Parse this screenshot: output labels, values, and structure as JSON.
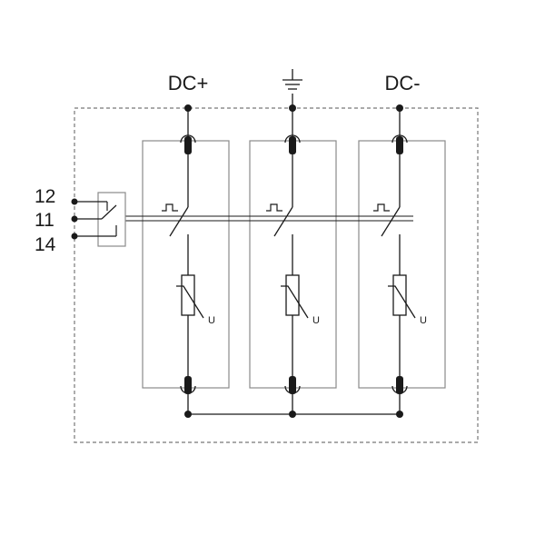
{
  "diagram": {
    "terminals": {
      "dc_plus": "DC+",
      "dc_minus": "DC-",
      "ground_icon": "ground-icon"
    },
    "contacts": {
      "pin_12": "12",
      "pin_11": "11",
      "pin_14": "14"
    },
    "varistor_symbol": "U",
    "modules": 3,
    "colors": {
      "line": "#1a1a1a",
      "box": "#8a8a8a",
      "dashed": "#777777"
    }
  }
}
